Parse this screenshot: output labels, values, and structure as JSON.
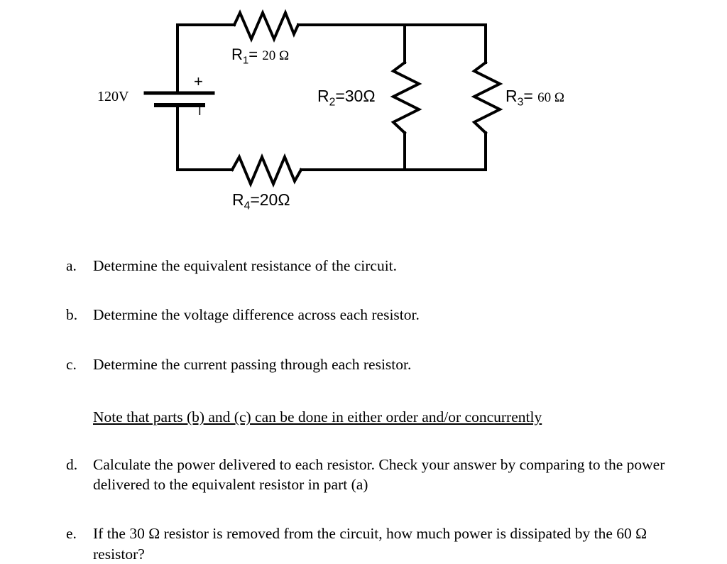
{
  "circuit": {
    "title": "Series-parallel resistor circuit with 120V source",
    "source_label": "120V",
    "polarity_plus": "+",
    "polarity_minus": "I",
    "components": [
      {
        "id": "R1",
        "name_html": "R<sub>1</sub>",
        "equals": "= ",
        "value": "20 Ω",
        "label_plain": "R1= 20 Ω"
      },
      {
        "id": "R2",
        "name_html": "R<sub>2</sub>",
        "equals": "=",
        "value": "30Ω",
        "label_plain": "R2=30Ω"
      },
      {
        "id": "R3",
        "name_html": "R<sub>3</sub>",
        "equals": "= ",
        "value": "60 Ω",
        "label_plain": "R3= 60 Ω"
      },
      {
        "id": "R4",
        "name_html": "R<sub>4</sub>",
        "equals": "=",
        "value": "20Ω",
        "label_plain": "R4=20Ω"
      }
    ],
    "r1_name": "R",
    "r1_sub": "1",
    "r1_rest": "= ",
    "r1_value": "20 Ω",
    "r2_name": "R",
    "r2_sub": "2",
    "r2_rest": "=30Ω",
    "r3_name": "R",
    "r3_sub": "3",
    "r3_rest": "= ",
    "r3_value": "60 Ω",
    "r4_name": "R",
    "r4_sub": "4",
    "r4_rest": "=20Ω",
    "stroke_color": "#000000"
  },
  "questions": [
    {
      "marker": "a.",
      "text": "Determine the equivalent resistance of the circuit."
    },
    {
      "marker": "b.",
      "text": "Determine the voltage difference across each resistor."
    },
    {
      "marker": "c.",
      "text": "Determine the current passing through each resistor."
    }
  ],
  "note": "Note that parts (b) and (c) can be done in either order and/or concurrently",
  "questions_after": [
    {
      "marker": "d.",
      "text": "Calculate the power delivered to each resistor.  Check your answer by comparing to the power delivered to the equivalent resistor in part (a)"
    },
    {
      "marker": "e.",
      "text": "If the 30 Ω resistor is removed from the circuit, how much power is dissipated by the 60 Ω resistor?"
    }
  ]
}
